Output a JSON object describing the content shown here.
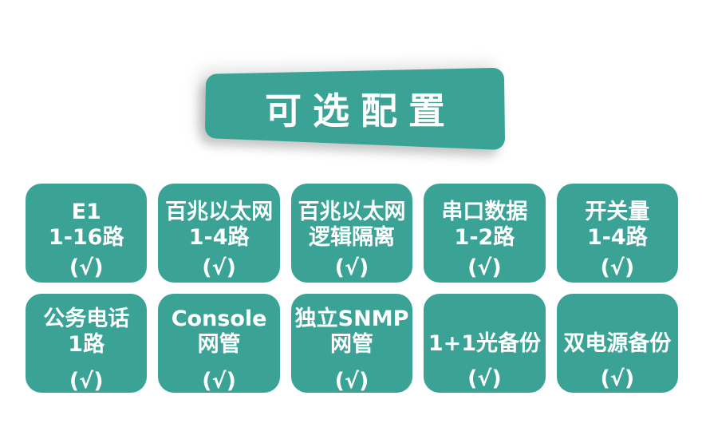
{
  "banner": {
    "title": "可选配置"
  },
  "rows": [
    {
      "cards": [
        {
          "lines": [
            "E1",
            "1-16路"
          ],
          "check": "(√)"
        },
        {
          "lines": [
            "百兆以太网",
            "1-4路"
          ],
          "check": "(√)"
        },
        {
          "lines": [
            "百兆以太网",
            "逻辑隔离"
          ],
          "check": "(√)"
        },
        {
          "lines": [
            "串口数据",
            "1-2路"
          ],
          "check": "(√)"
        },
        {
          "lines": [
            "开关量",
            "1-4路"
          ],
          "check": "(√)"
        }
      ]
    },
    {
      "cards": [
        {
          "lines": [
            "公务电话",
            "1路"
          ],
          "check": "(√)"
        },
        {
          "lines": [
            "Console",
            "网管"
          ],
          "check": "(√)"
        },
        {
          "lines": [
            "独立SNMP",
            "网管"
          ],
          "check": "(√)"
        },
        {
          "lines": [
            "1+1光备份"
          ],
          "check": "(√)"
        },
        {
          "lines": [
            "双电源备份"
          ],
          "check": "(√)"
        }
      ]
    }
  ],
  "colors": {
    "teal": "#3AA396",
    "text": "#FFFFFF",
    "background": "#FFFFFF"
  }
}
